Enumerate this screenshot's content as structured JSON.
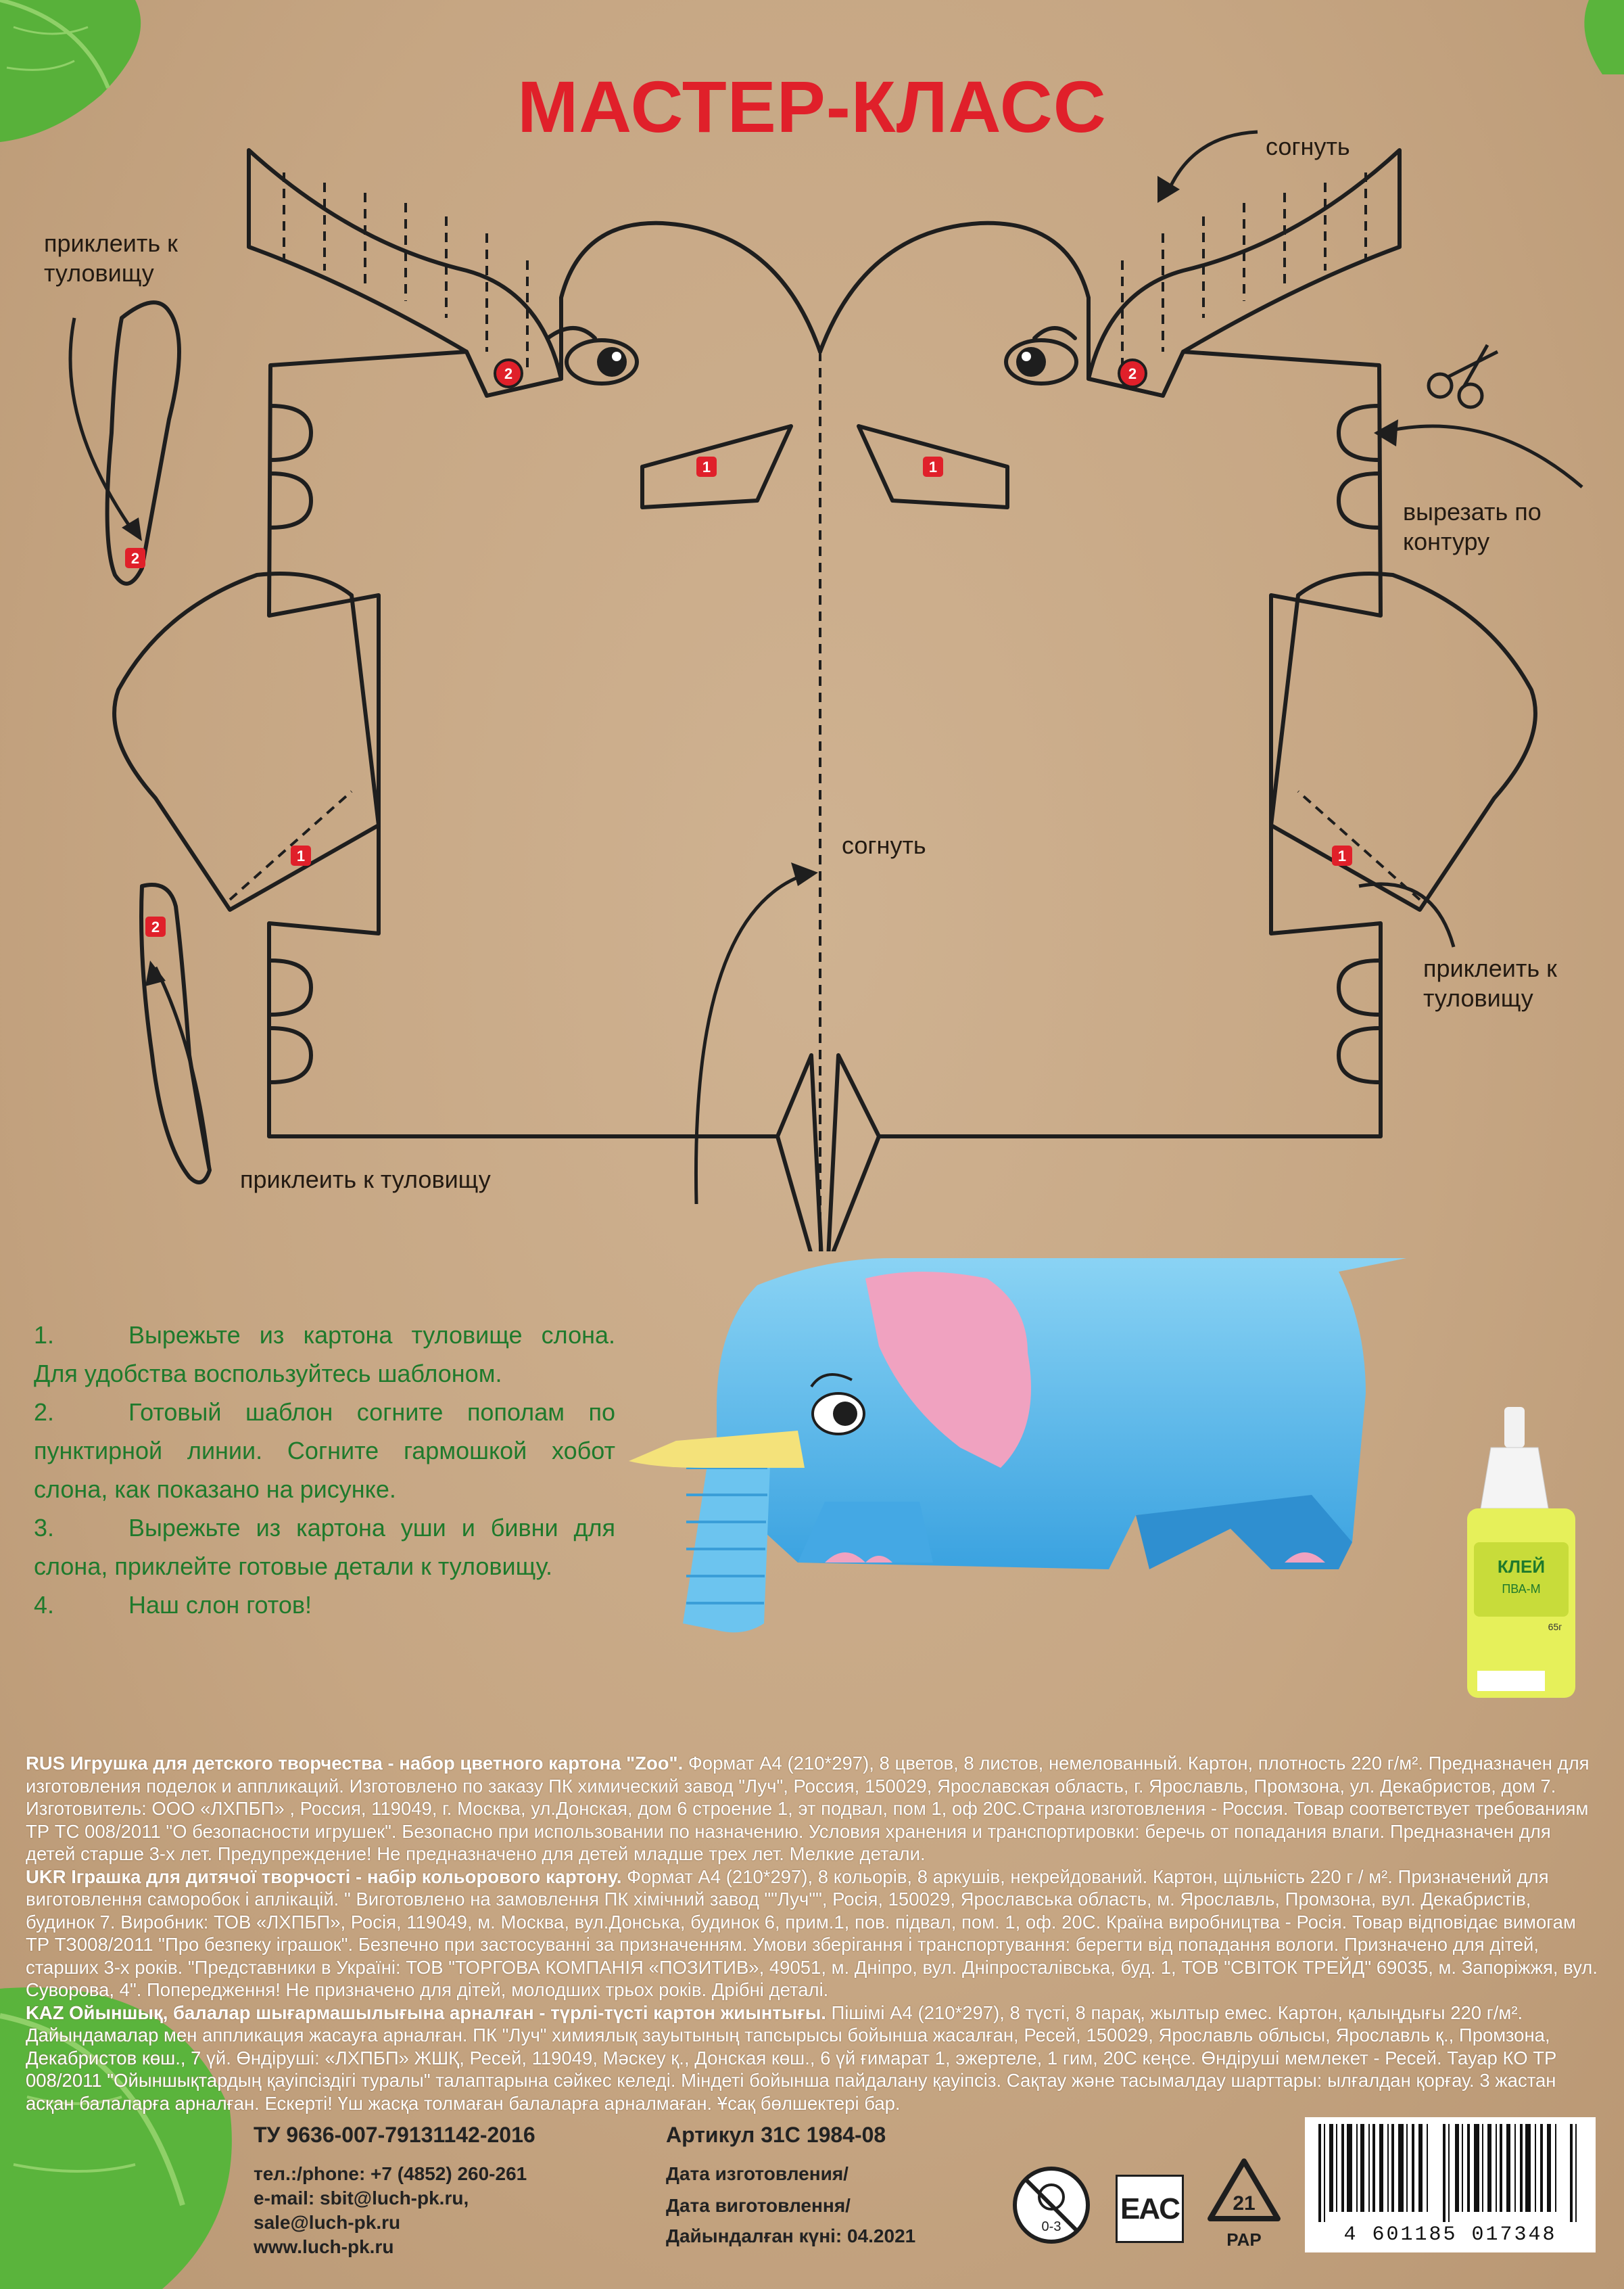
{
  "title": "МАСТЕР-КЛАСС",
  "template": {
    "label_bend_top": "согнуть",
    "label_bend_center": "согнуть",
    "label_glue_left_top": "приклеить к\nтуловищу",
    "label_cut": "вырезать по\nконтуру",
    "label_glue_right": "приклеить к\nтуловищу",
    "label_glue_bottom": "приклеить к туловищу",
    "marker_1": "1",
    "marker_2": "2"
  },
  "steps": [
    {
      "n": "1.",
      "text": "Вырежьте из картона туловище слона. Для удобства воспользуйтесь шаблоном."
    },
    {
      "n": "2.",
      "text": "Готовый шаблон согните пополам по пунктирной линии. Согните гармошкой хобот слона, как показано на рисунке."
    },
    {
      "n": "3.",
      "text": "Вырежьте из картона уши и бивни для слона, приклейте готовые детали к туловищу."
    },
    {
      "n": "4.",
      "text": "Наш слон готов!"
    }
  ],
  "glue_bottle": {
    "brand": "КЛЕЙ",
    "type": "ПВА-М",
    "weight": "65г"
  },
  "legal": {
    "rus_head": "RUS  Игрушка для детского творчества - набор цветного картона \"Zoo\".",
    "rus_body": " Формат А4 (210*297), 8 цветов, 8 листов, немелованный. Картон, плотность 220 г/м². Предназначен для изготовления поделок и аппликаций. Изготовлено по заказу ПК химический завод \"Луч\", Россия, 150029, Ярославская область, г. Ярославль, Промзона, ул. Декабристов, дом 7. Изготовитель: ООО «ЛХПБП» , Россия, 119049, г. Москва, ул.Донская, дом 6 строение 1, эт подвал, пом 1, оф 20С.Страна изготовления - Россия. Товар соответствует требованиям ТР ТС 008/2011 \"О безопасности игрушек\". Безопасно при использовании по назначению. Условия хранения и транспортировки: беречь от попадания влаги. Предназначен для детей старше 3-х лет. Предупреждение! Не предназначено для детей младше трех лет. Мелкие детали.",
    "ukr_head": "UKR Іграшка для дитячої творчості - набір кольорового картону.",
    "ukr_body": "  Формат А4 (210*297), 8 кольорів, 8 аркушів, некрейдований. Картон, щільність 220 г / м². Призначений для виготовлення саморобок і аплікацій. \" Виготовлено на замовлення ПК хімічний завод \"\"Луч\"\", Росія, 150029, Ярославська область, м. Ярославль, Промзона, вул. Декабристів, будинок 7. Виробник: ТОВ «ЛХПБП», Росія, 119049, м. Москва, вул.Донська, будинок 6, прим.1, пов. підвал, пом. 1, оф. 20С. Країна виробництва - Росія. Товар відповідає вимогам ТР ТЗ008/2011 \"Про безпеку іграшок\". Безпечно при застосуванні за призначенням. Умови зберігання і транспортування: берегти від попадання вологи. Призначено для дітей, старших 3-х років. \"Представники в Україні: ТОВ \"ТОРГОВА КОМПАНІЯ «ПОЗИТИВ», 49051,   м. Дніпро,  вул. Дніпросталівська, буд. 1, ТОВ \"СВІТОК ТРЕЙД\" 69035, м. Запоріжжя, вул. Суворова, 4\". Попередження!  Не призначено для дітей, молодших трьох років.  Дрібні деталі.",
    "kaz_head": "KAZ  Ойыншық, балалар шығармашылығына арналған - түрлі-түсті картон жиынтығы.",
    "kaz_body": " Пішімі А4 (210*297), 8 түсті, 8 парақ, жылтыр емес. Картон, қалыңдығы 220 г/м². Дайындамалар мен аппликация жасауға арналған. ПК \"Луч\" химиялық зауытының тапсырысы бойынша жасалған, Ресей, 150029, Ярославль облысы, Ярославль қ., Промзона, Декабристов көш., 7 үй. Өндіруші: «ЛХПБП» ЖШҚ, Ресей, 119049,  Мәскеу қ., Донская көш.,  6 үй ғимарат  1,  эжертеле, 1 гим, 20С кеңсе. Өндіруші мемлекет - Ресей. Тауар КО ТР 008/2011 \"Ойыншықтардың қауіпсіздігі туралы\" талаптарына сәйкес келеді. Міндеті бойынша пайдалану қауіпсіз. Сақтау және тасымалдау шарттары: ылғалдан қорғау. 3 жастан асқан балаларға арналған. Ескерті! Үш жасқа толмаған балаларға арналмаған. Ұсақ бөлшектері бар."
  },
  "footer": {
    "tu": "ТУ 9636-007-79131142-2016",
    "article": "Артикул 31С 1984-08",
    "phone": "тел.:/phone: +7 (4852) 260-261",
    "email1": "e-mail: sbit@luch-pk.ru,",
    "email2": "sale@luch-pk.ru",
    "web": "www.luch-pk.ru",
    "date1": "Дата изготовления/",
    "date2": "Дата виготовлення/",
    "date3": "Дайындалған күні: 04.2021",
    "age_mark": "0-3",
    "eac": "EAC",
    "recycle_num": "21",
    "recycle_code": "PAP",
    "barcode": "4 601185 017348"
  },
  "colors": {
    "title_red": "#e0202a",
    "steps_green": "#1f7a2c",
    "elephant_blue": "#5bb8ea",
    "ear_pink": "#f0a2c0",
    "tusk_yellow": "#f4e27a"
  }
}
